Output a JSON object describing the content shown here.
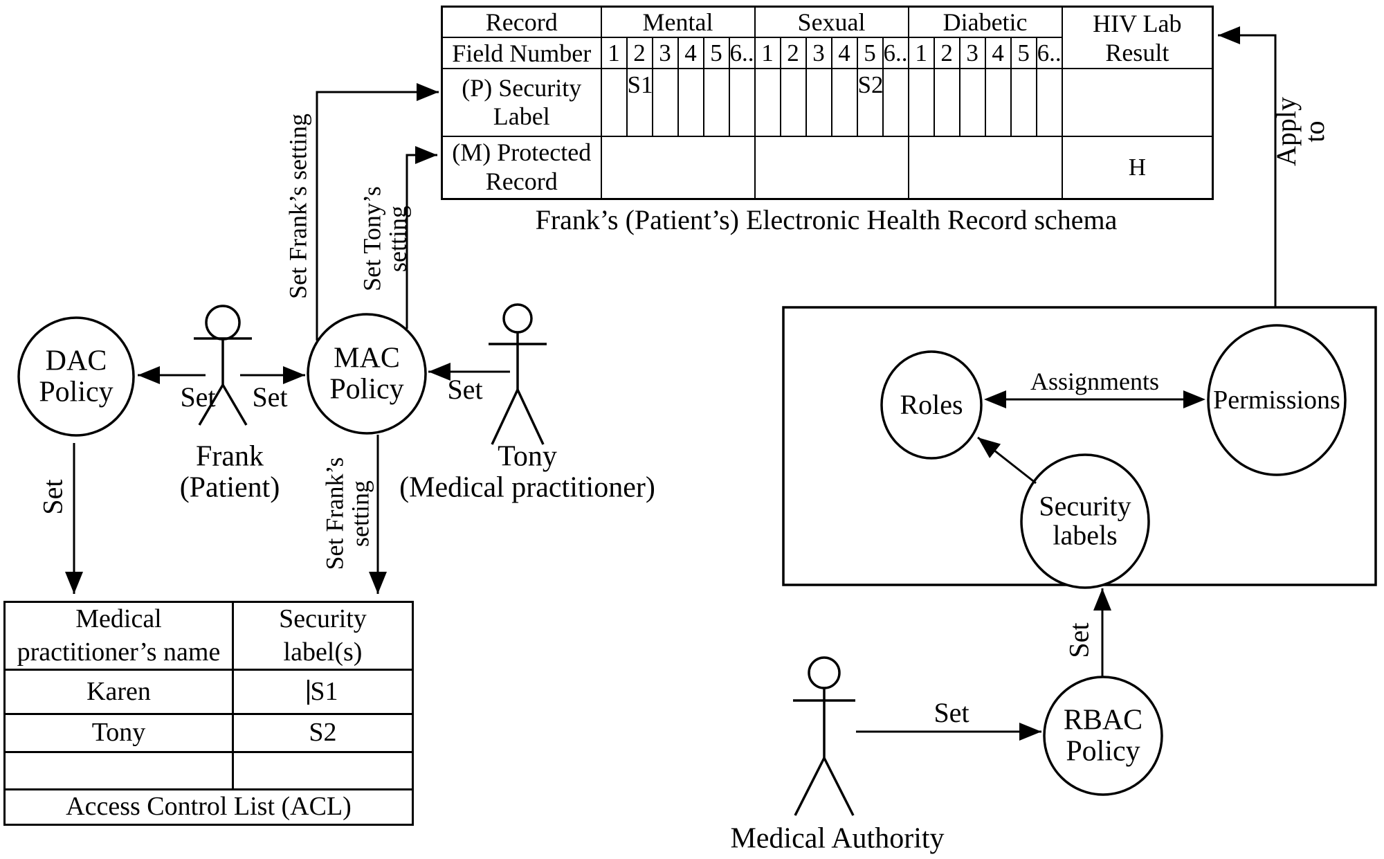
{
  "diagram": {
    "ehr": {
      "caption": "Frank’s (Patient’s) Electronic Health Record schema",
      "corner_header": "Record",
      "field_number_header": "Field Number",
      "row_labels": {
        "security": "(P) Security Label",
        "protected": "(M) Protected Record"
      },
      "groups": [
        {
          "name": "Mental",
          "fields": [
            "1",
            "2",
            "3",
            "4",
            "5",
            "6.."
          ],
          "security_labels": [
            "",
            "S1",
            "",
            "",
            "",
            ""
          ],
          "protected_value": ""
        },
        {
          "name": "Sexual",
          "fields": [
            "1",
            "2",
            "3",
            "4",
            "5",
            "6.."
          ],
          "security_labels": [
            "",
            "",
            "",
            "",
            "S2",
            ""
          ],
          "protected_value": ""
        },
        {
          "name": "Diabetic",
          "fields": [
            "1",
            "2",
            "3",
            "4",
            "5",
            "6.."
          ],
          "security_labels": [
            "",
            "",
            "",
            "",
            "",
            ""
          ],
          "protected_value": ""
        }
      ],
      "hiv": {
        "header": "HIV Lab Result",
        "security_label": "",
        "protected_value": "H"
      }
    },
    "acl": {
      "headers": [
        "Medical practitioner’s name",
        "Security label(s)"
      ],
      "rows": [
        [
          "Karen",
          "S1"
        ],
        [
          "Tony",
          "S2"
        ],
        [
          "",
          ""
        ]
      ],
      "footer": "Access Control List (ACL)",
      "caret_row": 0,
      "caret_col": 1
    },
    "nodes": {
      "dac": "DAC\nPolicy",
      "mac": "MAC\nPolicy",
      "rbac": "RBAC\nPolicy",
      "roles": "Roles",
      "permissions": "Permissions",
      "security_labels": "Security\nlabels"
    },
    "actors": {
      "frank": "Frank\n(Patient)",
      "tony": "Tony\n(Medical practitioner)",
      "authority": "Medical Authority"
    },
    "edge_labels": {
      "set": "Set",
      "set_franks_setting": "Set Frank’s setting",
      "set_tonys_setting": "Set Tony’s\nsetting",
      "set_franks_setting2": "Set Frank’s\nsetting",
      "assignments": "Assignments",
      "apply_to": "Apply to"
    },
    "colors": {
      "ink": "#000000",
      "background": "#ffffff"
    }
  }
}
